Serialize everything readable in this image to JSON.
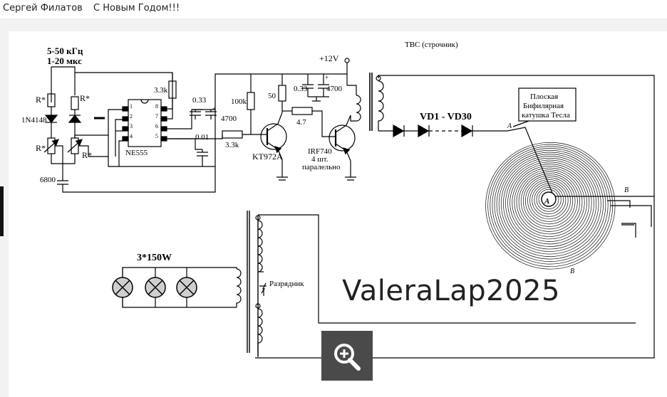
{
  "header": {
    "author": "Сергей Филатов",
    "post_title": "С Новым Годом!!!"
  },
  "diagram": {
    "freq_range": "5-50 кГц",
    "pulse_range": "1-20 мкс",
    "ic": "NE555",
    "ic_pins": [
      "1",
      "2",
      "3",
      "4",
      "8",
      "7",
      "6",
      "5"
    ],
    "r_star": "R*",
    "diode_1n4148": "1N4148",
    "cap_6800": "6800",
    "r_3k3_top": "3.3k",
    "r_3k3_bottom": "3.3k",
    "cap_033_left": "0.33",
    "cap_4700_left": "4700",
    "cap_001": "0.01",
    "r_100k": "100k",
    "r_50": "50",
    "r_47": "4.7",
    "supply": "+12V",
    "cap_033_right": "0.33",
    "cap_4700_right": "4700",
    "transistor_1": "KT972A",
    "transistor_2_line1": "IRF740",
    "transistor_2_line2": "4 шт.",
    "transistor_2_line3": "паралельно",
    "transformer": "ТВС (строчник)",
    "diodes": "VD1 - VD30",
    "coil_label_1": "Плоская",
    "coil_label_2": "Бифилярная",
    "coil_label_3": "катушка Тесла",
    "point_a": "A",
    "point_b": "B",
    "lamps": "3*150W",
    "spark_gap": "Разрядник",
    "polarity_plus": "+"
  },
  "watermark": "ValeraLap2025",
  "zoom": {
    "icon": "zoom-in-icon"
  }
}
